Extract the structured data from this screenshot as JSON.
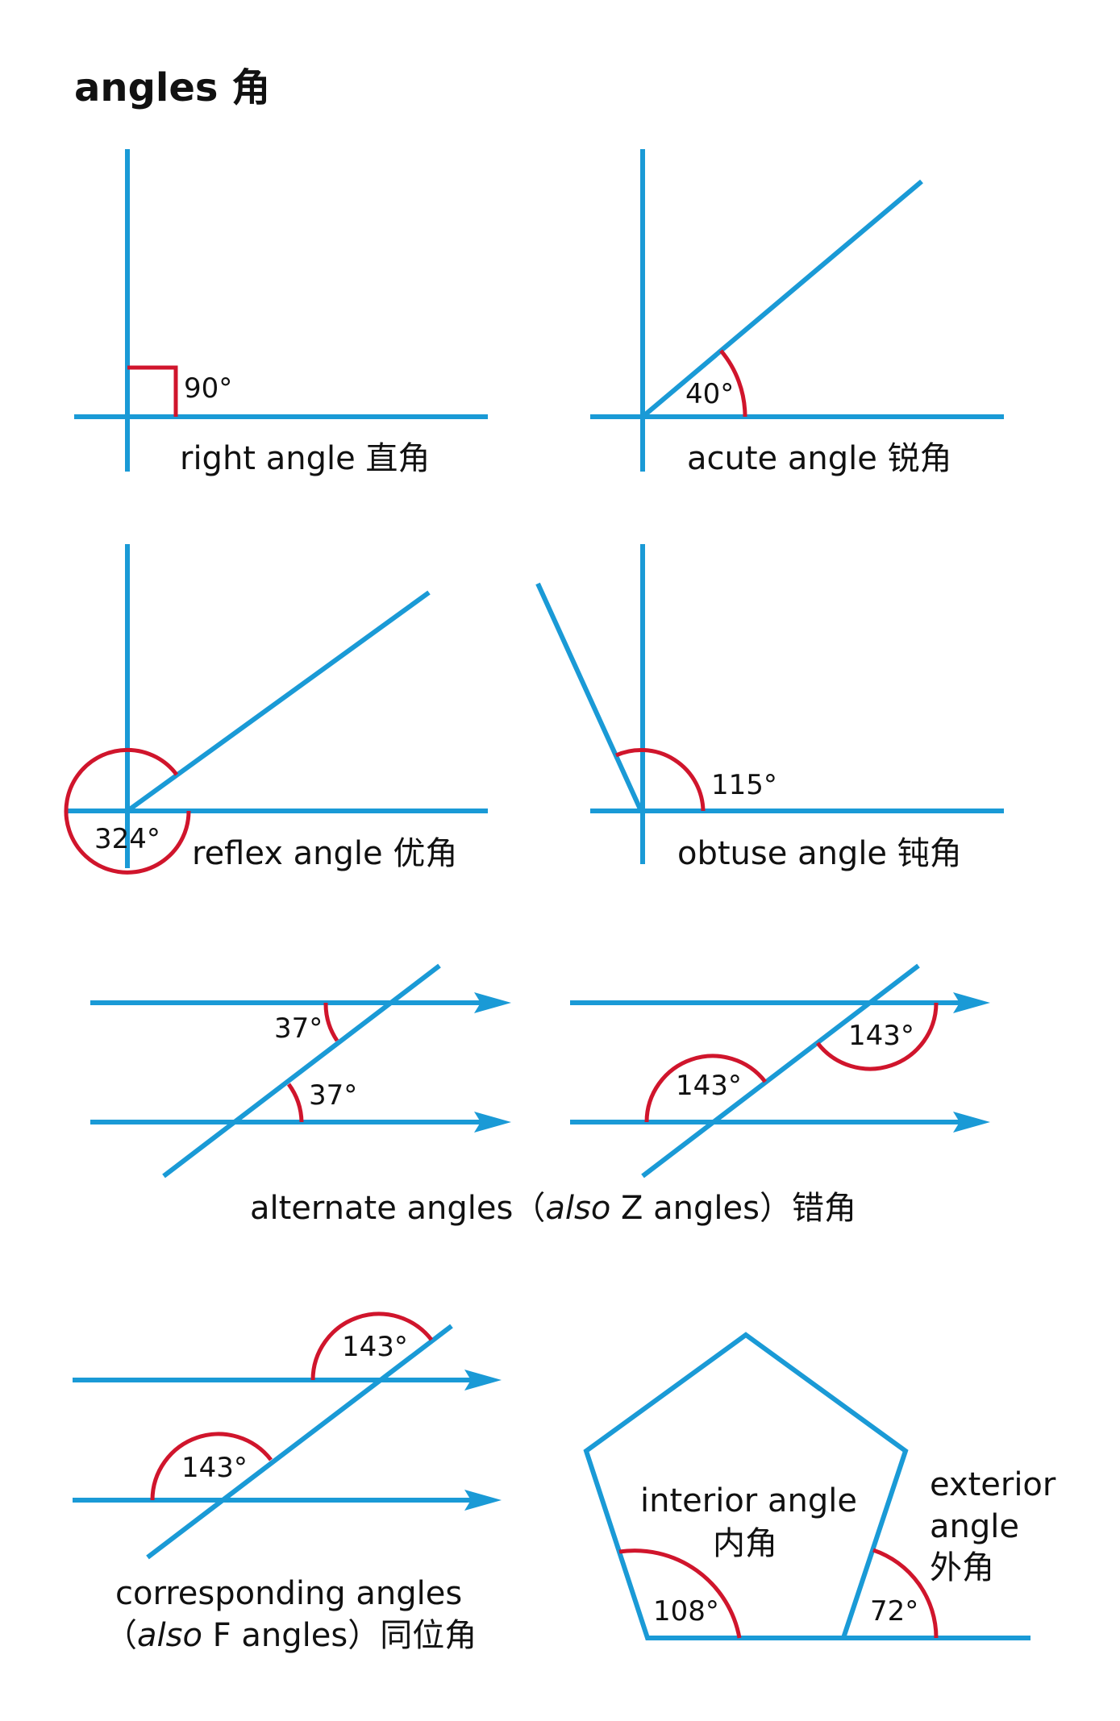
{
  "title": "angles  角",
  "colors": {
    "line": "#1a9ad6",
    "angle_mark": "#d0152c",
    "text": "#111111"
  },
  "panels": {
    "right_angle": {
      "label": "right angle  直角",
      "degree": "90°"
    },
    "acute_angle": {
      "label": "acute angle  锐角",
      "degree": "40°"
    },
    "reflex_angle": {
      "label": "reflex angle  优角",
      "degree": "324°"
    },
    "obtuse_angle": {
      "label": "obtuse angle  钝角",
      "degree": "115°"
    },
    "alternate_angles": {
      "label_main": "alternate angles",
      "label_open": "（",
      "label_also": "also",
      "label_z": " Z angles",
      "label_close": "）",
      "label_cn": "错角",
      "degree_top_left": "37°",
      "degree_bottom_left": "37°",
      "degree_top_right": "143°",
      "degree_bottom_right": "143°"
    },
    "corresponding_angles": {
      "label_line1": "corresponding angles",
      "label_open": "（",
      "label_also": "also",
      "label_f": " F angles",
      "label_close": "）",
      "label_cn": "同位角",
      "degree_top": "143°",
      "degree_bottom": "143°"
    },
    "polygon_angles": {
      "interior_label": "interior angle",
      "interior_label_cn": "内角",
      "exterior_label_1": "exterior",
      "exterior_label_2": "angle",
      "exterior_label_cn": "外角",
      "interior_degree": "108°",
      "exterior_degree": "72°"
    }
  }
}
